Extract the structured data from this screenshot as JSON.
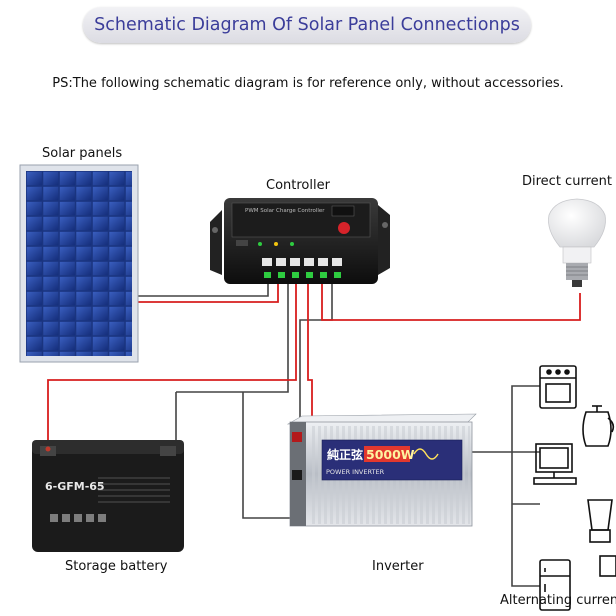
{
  "title": "Schematic Diagram Of Solar Panel Connectionps",
  "note": "PS:The following schematic diagram is for reference only, without accessories.",
  "labels": {
    "solar_panels": "Solar panels",
    "controller": "Controller",
    "direct_current": "Direct current",
    "storage_battery": "Storage battery",
    "inverter": "Inverter",
    "alternating_current": "Alternating curren"
  },
  "controller_face": {
    "caption": "PWM Solar Charge Controller"
  },
  "battery_face": {
    "model": "6-GFM-65"
  },
  "inverter_face": {
    "brand": "純正弦",
    "power": "5000W",
    "subtitle": "POWER INVERTER"
  },
  "colors": {
    "positive_wire": "#d81e1e",
    "negative_wire": "#444444",
    "title_text": "#3b3d9a"
  }
}
